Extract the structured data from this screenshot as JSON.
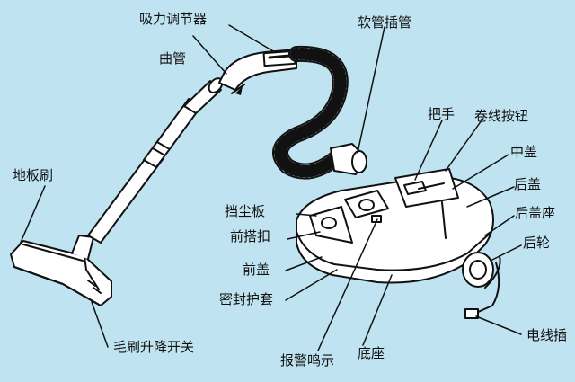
{
  "colors": {
    "background": "#bfe3f0",
    "line": "#111111",
    "fill": "#ffffff"
  },
  "labels": {
    "regulator": "吸力调节器",
    "hose": "软管插管",
    "elbow": "曲管",
    "handle": "把手",
    "cord_button": "卷线按钮",
    "mid_cover": "中盖",
    "floor_brush": "地板刷",
    "rear_cover": "后盖",
    "dust_plate": "挡尘板",
    "rear_cover_seat": "后盖座",
    "front_latch": "前搭扣",
    "rear_wheel": "后轮",
    "front_cover": "前盖",
    "seal_sleeve": "密封护套",
    "power_cord": "电线插",
    "brush_switch": "毛刷升降开关",
    "alarm": "报警鸣示",
    "base": "底座"
  }
}
